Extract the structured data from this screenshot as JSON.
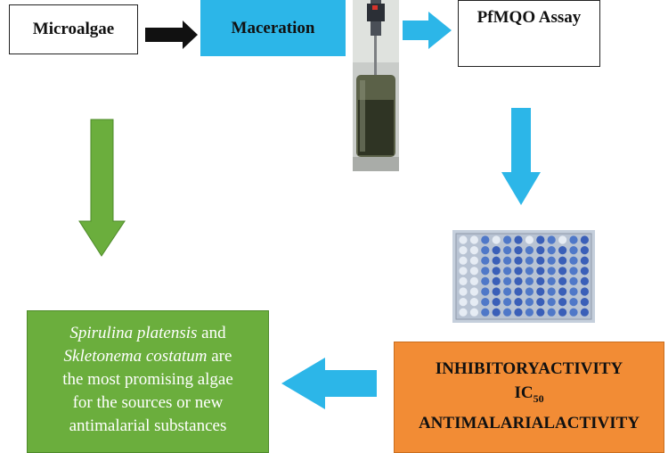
{
  "nodes": {
    "microalgae": "Microalgae",
    "maceration": "Maceration",
    "assay": "PfMQO Assay",
    "activity": {
      "line1": "INHIBITORYACTIVITY",
      "line2_main": "IC",
      "line2_sub": "50",
      "line3": "ANTIMALARIALACTIVITY"
    },
    "conclusion": {
      "species1": "Spirulina platensis",
      "and": " and",
      "species2": "Skletonema costatum",
      "are": " are",
      "rest": "the most promising algae for the sources or new antimalarial substances"
    }
  },
  "colors": {
    "arrow_black": "#111111",
    "arrow_blue": "#2cb6e8",
    "arrow_green": "#6bae3d",
    "maceration_fill": "#2cb6e8",
    "activity_fill": "#f28c35",
    "conclusion_fill": "#6bae3d"
  },
  "images": {
    "maceration_photo": "maceration-apparatus-photo",
    "assay_plate": "96-well-assay-plate-photo"
  }
}
